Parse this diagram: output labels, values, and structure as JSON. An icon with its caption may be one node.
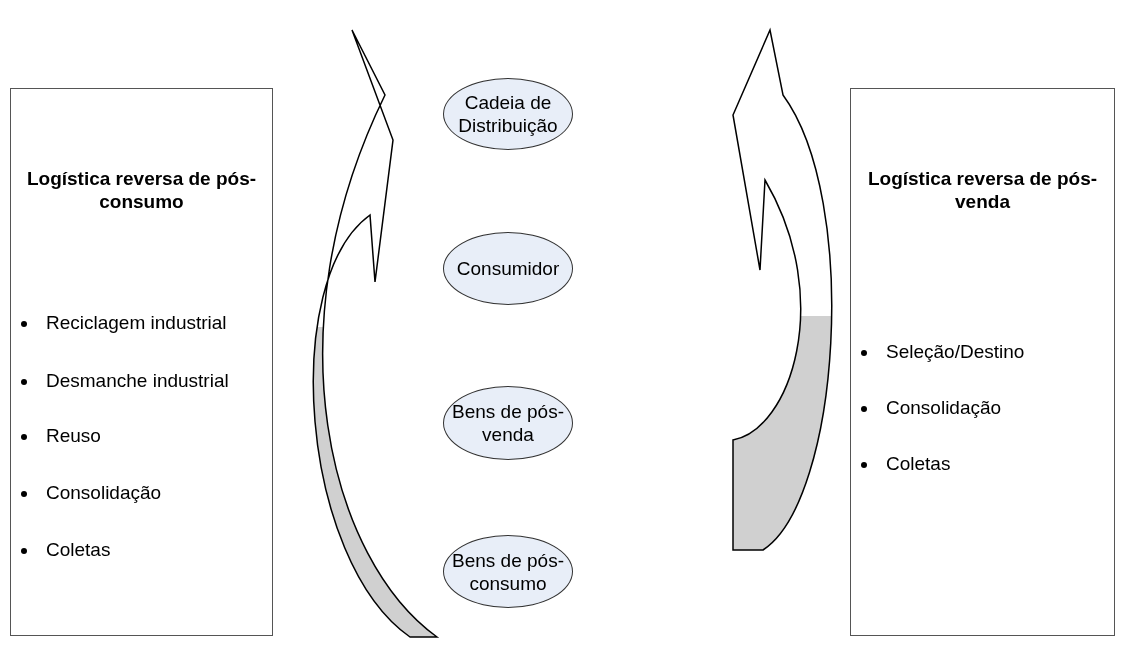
{
  "diagram": {
    "nodes": [
      {
        "text": [
          "Logística reversa de pós-consumo",
          "Reciclagem industrial",
          "Desmanche industrial",
          "Reuso",
          "Consolidação",
          "Coletas"
        ]
      },
      {
        "text": [
          "Cadeia de Distribuição"
        ]
      },
      {
        "text": [
          "Consumidor"
        ]
      },
      {
        "text": [
          "Bens de pós-venda"
        ]
      },
      {
        "text": [
          "Bens de pós-consumo"
        ]
      },
      {
        "text": [
          "Logística reversa de pós-venda",
          "Seleção/Destino",
          "Consolidação",
          "Coletas"
        ]
      }
    ]
  }
}
